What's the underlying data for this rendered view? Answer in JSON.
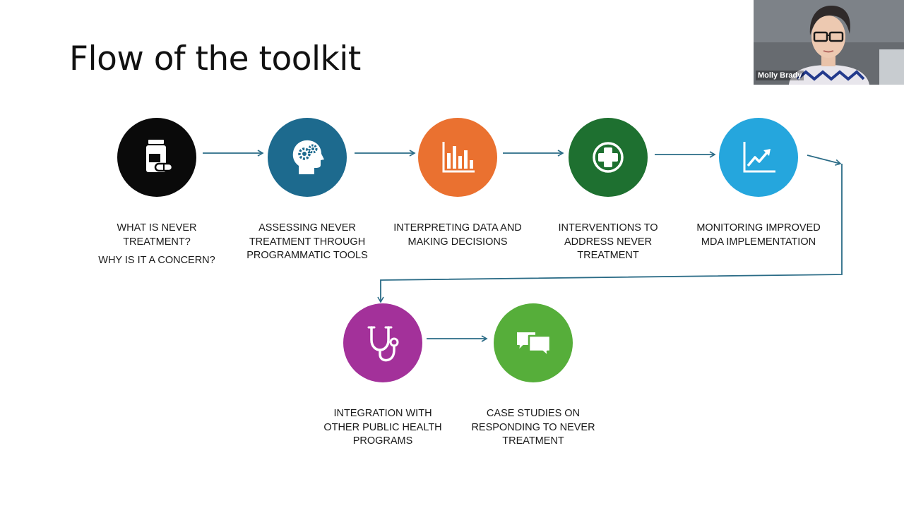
{
  "slide": {
    "title": "Flow of the toolkit"
  },
  "steps": [
    {
      "lines": [
        "WHAT IS NEVER",
        "TREATMENT?"
      ],
      "extra": "WHY IS IT A CONCERN?",
      "color": "#0a0a0a",
      "icon": "pill-bottle-icon"
    },
    {
      "lines": [
        "ASSESSING NEVER",
        "TREATMENT THROUGH",
        "PROGRAMMATIC TOOLS"
      ],
      "color": "#1d6a8e",
      "icon": "head-gears-icon"
    },
    {
      "lines": [
        "INTERPRETING DATA AND",
        "MAKING DECISIONS"
      ],
      "color": "#ea7130",
      "icon": "bar-chart-icon"
    },
    {
      "lines": [
        "INTERVENTIONS TO",
        "ADDRESS NEVER",
        "TREATMENT"
      ],
      "color": "#1e7030",
      "icon": "medical-cross-icon"
    },
    {
      "lines": [
        "MONITORING IMPROVED",
        "MDA IMPLEMENTATION"
      ],
      "color": "#25a6dd",
      "icon": "trend-up-chart-icon"
    },
    {
      "lines": [
        "INTEGRATION WITH",
        "OTHER PUBLIC HEALTH",
        "PROGRAMS"
      ],
      "color": "#a3319a",
      "icon": "stethoscope-icon"
    },
    {
      "lines": [
        "CASE STUDIES ON",
        "RESPONDING TO NEVER",
        "TREATMENT"
      ],
      "color": "#56ae3a",
      "icon": "speech-bubbles-icon"
    }
  ],
  "connector_color": "#2a6b86",
  "webcam": {
    "presenter_name": "Molly Brady"
  }
}
